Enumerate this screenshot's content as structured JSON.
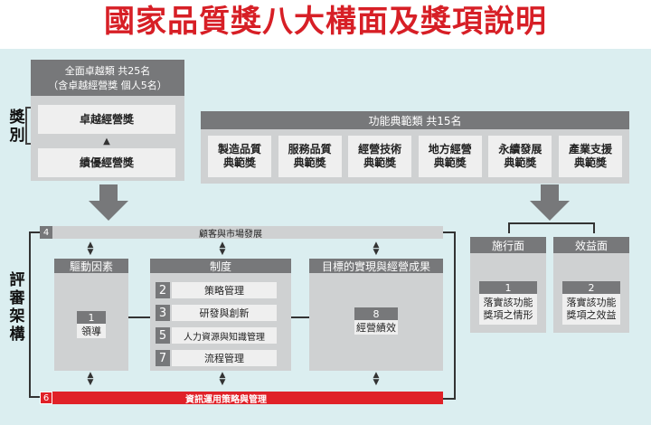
{
  "title": "國家品質獎八大構面及獎項說明",
  "awards": {
    "side_label": [
      "獎",
      "別"
    ],
    "excellence": {
      "header_line1": "全面卓越類 共25名",
      "header_line2": "（含卓越經營獎 個人5名）",
      "item1": "卓越經營獎",
      "item2": "績優經營獎"
    },
    "functional": {
      "header": "功能典範類 共15名",
      "items": [
        {
          "l1": "製造品質",
          "l2": "典範獎"
        },
        {
          "l1": "服務品質",
          "l2": "典範獎"
        },
        {
          "l1": "經營技術",
          "l2": "典範獎"
        },
        {
          "l1": "地方經營",
          "l2": "典範獎"
        },
        {
          "l1": "永續發展",
          "l2": "典範獎"
        },
        {
          "l1": "產業支援",
          "l2": "典範獎"
        }
      ]
    }
  },
  "framework": {
    "side_label": [
      "評",
      "審",
      "架",
      "構"
    ],
    "dim4": {
      "num": "4",
      "label": "顧客與市場發展"
    },
    "drivers": {
      "header": "驅動因素",
      "num": "1",
      "label": "領導"
    },
    "system": {
      "header": "制度",
      "items": [
        {
          "num": "2",
          "label": "策略管理"
        },
        {
          "num": "3",
          "label": "研發與創新"
        },
        {
          "num": "5",
          "label": "人力資源與知識管理"
        },
        {
          "num": "7",
          "label": "流程管理"
        }
      ]
    },
    "results": {
      "header": "目標的實現與經營成果",
      "num": "8",
      "label": "經營績效"
    },
    "dim6": {
      "num": "6",
      "label": "資訊運用策略與管理"
    }
  },
  "evaluation": {
    "implementation": {
      "header": "施行面",
      "num": "1",
      "l1": "落實該功能",
      "l2": "獎項之情形"
    },
    "benefit": {
      "header": "效益面",
      "num": "2",
      "l1": "落實該功能",
      "l2": "獎項之效益"
    }
  },
  "colors": {
    "title": "#d71f26",
    "panel": "#dbeef0",
    "box_dark": "#77787a",
    "box_mid": "#cfd1d2",
    "bar_red": "#e02128"
  }
}
